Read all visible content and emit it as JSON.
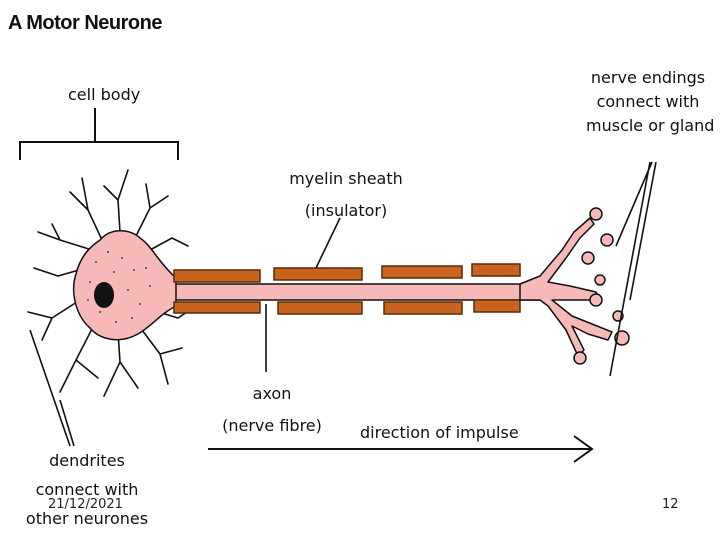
{
  "title": "A Motor Neurone",
  "labels": {
    "cell_body": "cell body",
    "nerve_endings": [
      "nerve endings",
      "connect with",
      "muscle or gland"
    ],
    "myelin_sheath": [
      "myelin sheath",
      "(insulator)"
    ],
    "axon": [
      "axon",
      "(nerve fibre)"
    ],
    "direction": "direction of impulse",
    "dendrites": [
      "dendrites",
      "connect with",
      "other neurones"
    ]
  },
  "footer": {
    "date": "21/12/2021",
    "page_number": "12"
  },
  "colors": {
    "cell_fill": "#f7b8b8",
    "myelin_fill": "#c8641e",
    "myelin_stroke": "#5a2a08",
    "nucleus": "#111111",
    "line": "#111111"
  }
}
